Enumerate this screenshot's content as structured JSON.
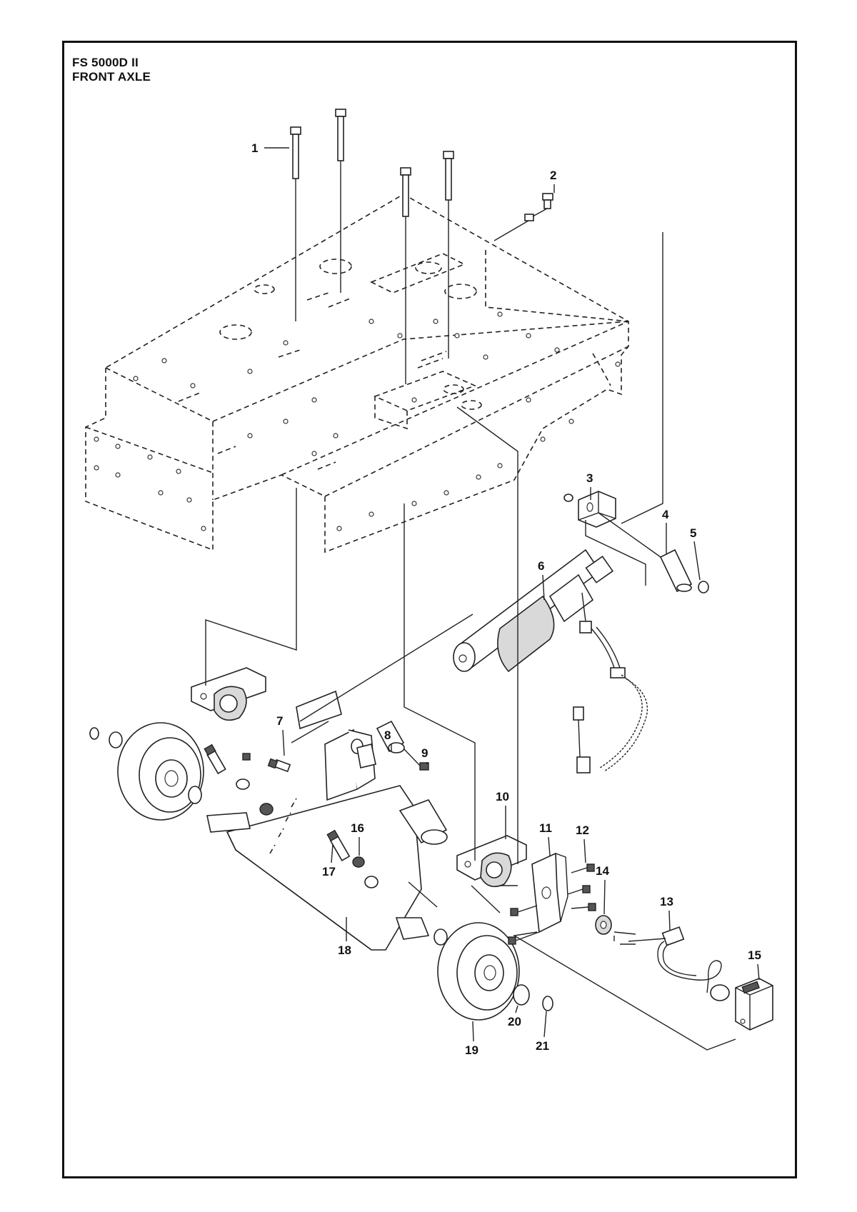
{
  "header": {
    "model": "FS 5000D II",
    "section": "FRONT AXLE"
  },
  "callouts": [
    "1",
    "2",
    "3",
    "4",
    "5",
    "6",
    "7",
    "8",
    "9",
    "10",
    "11",
    "12",
    "13",
    "14",
    "15",
    "16",
    "17",
    "18",
    "19",
    "20",
    "21"
  ]
}
